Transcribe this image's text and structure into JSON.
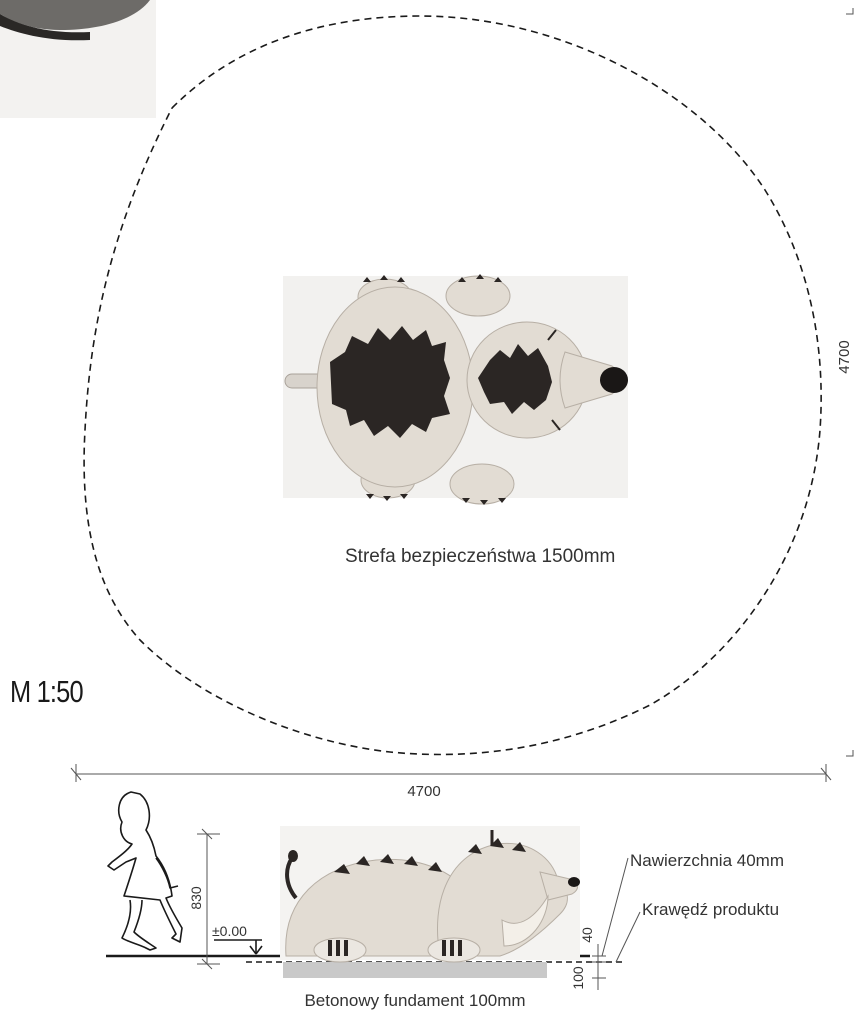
{
  "scale_label": "M 1:50",
  "safety_zone_label": "Strefa bezpieczeństwa 1500mm",
  "dimensions": {
    "width_label": "4700",
    "depth_label": "4700",
    "height_label": "830",
    "level_label": "±0.00",
    "surface_thickness_label": "40",
    "foundation_depth_label": "100"
  },
  "callouts": {
    "surface": "Nawierzchnia 40mm",
    "edge": "Krawędź produktu",
    "foundation": "Betonowy fundament 100mm"
  },
  "colors": {
    "body": "#e2dcd3",
    "stripes": "#2b2624",
    "foundation": "#c9c9c9",
    "line": "#1a1a1a"
  }
}
